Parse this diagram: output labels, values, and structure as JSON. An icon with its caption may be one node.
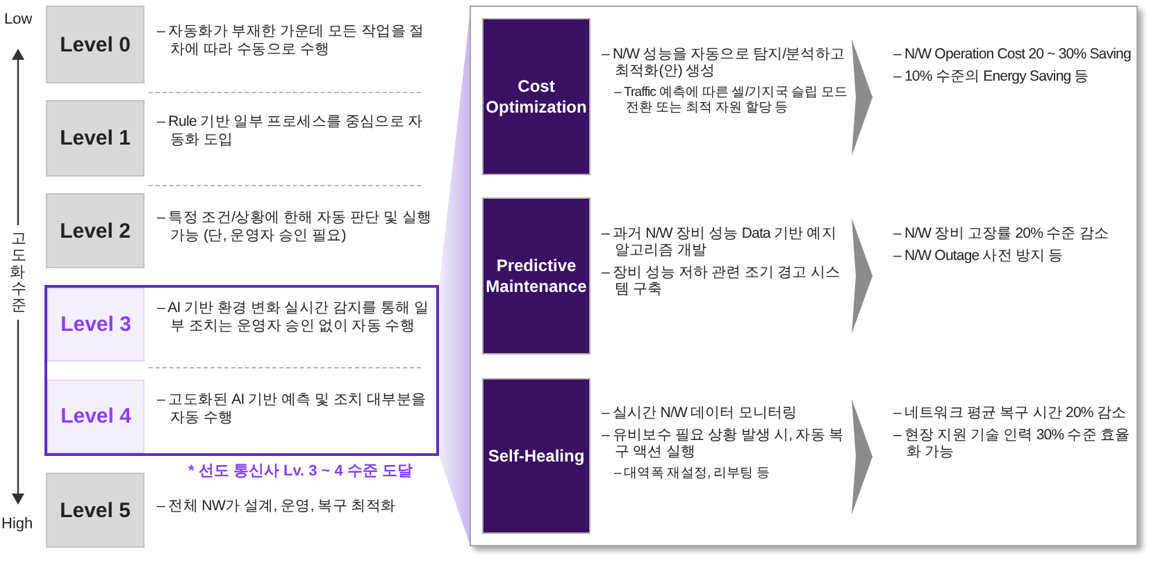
{
  "diagram": {
    "nodes": [
      {
        "text": [
          "Level 0"
        ],
        "beside": [
          "– 자동화가 부재한 가운데 모든 작업을 절차에 따라 수동으로 수행"
        ]
      },
      {
        "text": [
          "Level 1"
        ],
        "beside": [
          "– Rule 기반 일부 프로세스를 중심으로 자동화 도입"
        ]
      },
      {
        "text": [
          "Level 2"
        ],
        "beside": [
          "– 특정 조건/상황에 한해 자동 판단 및 실행 가능 (단, 운영자 승인 필요)"
        ]
      },
      {
        "text": [],
        "shape": "box",
        "beside": [
          "* 선도 통신사 Lv. 3 ~ 4 수준 도달"
        ]
      },
      {
        "text": [
          "Level 3"
        ],
        "in": 3,
        "beside": [
          "– AI 기반 환경 변화 실시간 감지를 통해 일부 조치는 운영자 승인 없이 자동 수행"
        ]
      },
      {
        "text": [
          "Level 4"
        ],
        "in": 3,
        "beside": [
          "– 고도화된 AI 기반 예측 및 조치 대부분을 자동 수행"
        ]
      },
      {
        "text": [
          "Level 5"
        ],
        "beside": [
          "– 전체 NW가 설계, 운영, 복구 최적화"
        ]
      },
      {
        "text": [],
        "shape": "box"
      },
      {
        "text": [
          "Cost Optimization"
        ],
        "in": 7
      },
      {
        "text": [
          "– N/W 성능을 자동으로 탐지/분석하고 최적화(안) 생성",
          "– Traffic 예측에 따른 셀/기지국 슬립 모드 전환 또는 최적 자원 할당 등"
        ],
        "in": 7
      },
      {
        "text": [
          "– N/W Operation Cost 20 ~ 30% Saving",
          "– 10% 수준의 Energy Saving 등"
        ],
        "in": 7
      },
      {
        "text": [
          "Predictive Maintenance"
        ],
        "in": 7
      },
      {
        "text": [
          "– 과거 N/W 장비 성능 Data 기반 예지 알고리즘 개발",
          "– 장비 성능 저하 관련 조기 경고 시스템 구축"
        ],
        "in": 7
      },
      {
        "text": [
          "– N/W 장비 고장률 20% 수준 감소",
          "– N/W Outage 사전 방지 등"
        ],
        "in": 7
      },
      {
        "text": [
          "Self-Healing"
        ],
        "in": 7
      },
      {
        "text": [
          "– 실시간 N/W 데이터 모니터링",
          "– 유비보수 필요 상황 발생 시, 자동 복구 액션 실행",
          "– 대역폭 재설정, 리부팅 등"
        ],
        "in": 7
      },
      {
        "text": [
          "– 네트워크 평균 복구 시간 20% 감소",
          "– 현장 지원 기술 인력 30% 수준 효율화 가능"
        ],
        "in": 7
      }
    ],
    "edges": [
      {
        "from": 3,
        "to": 7,
        "arrow": "none",
        "color": "#c9b6ee"
      },
      {
        "from": 9,
        "to": 10,
        "arrow": "to"
      },
      {
        "from": 12,
        "to": 13,
        "arrow": "to"
      },
      {
        "from": 15,
        "to": 16,
        "arrow": "to"
      }
    ],
    "labels": [
      "Low",
      "고도화 수준",
      "High"
    ]
  }
}
